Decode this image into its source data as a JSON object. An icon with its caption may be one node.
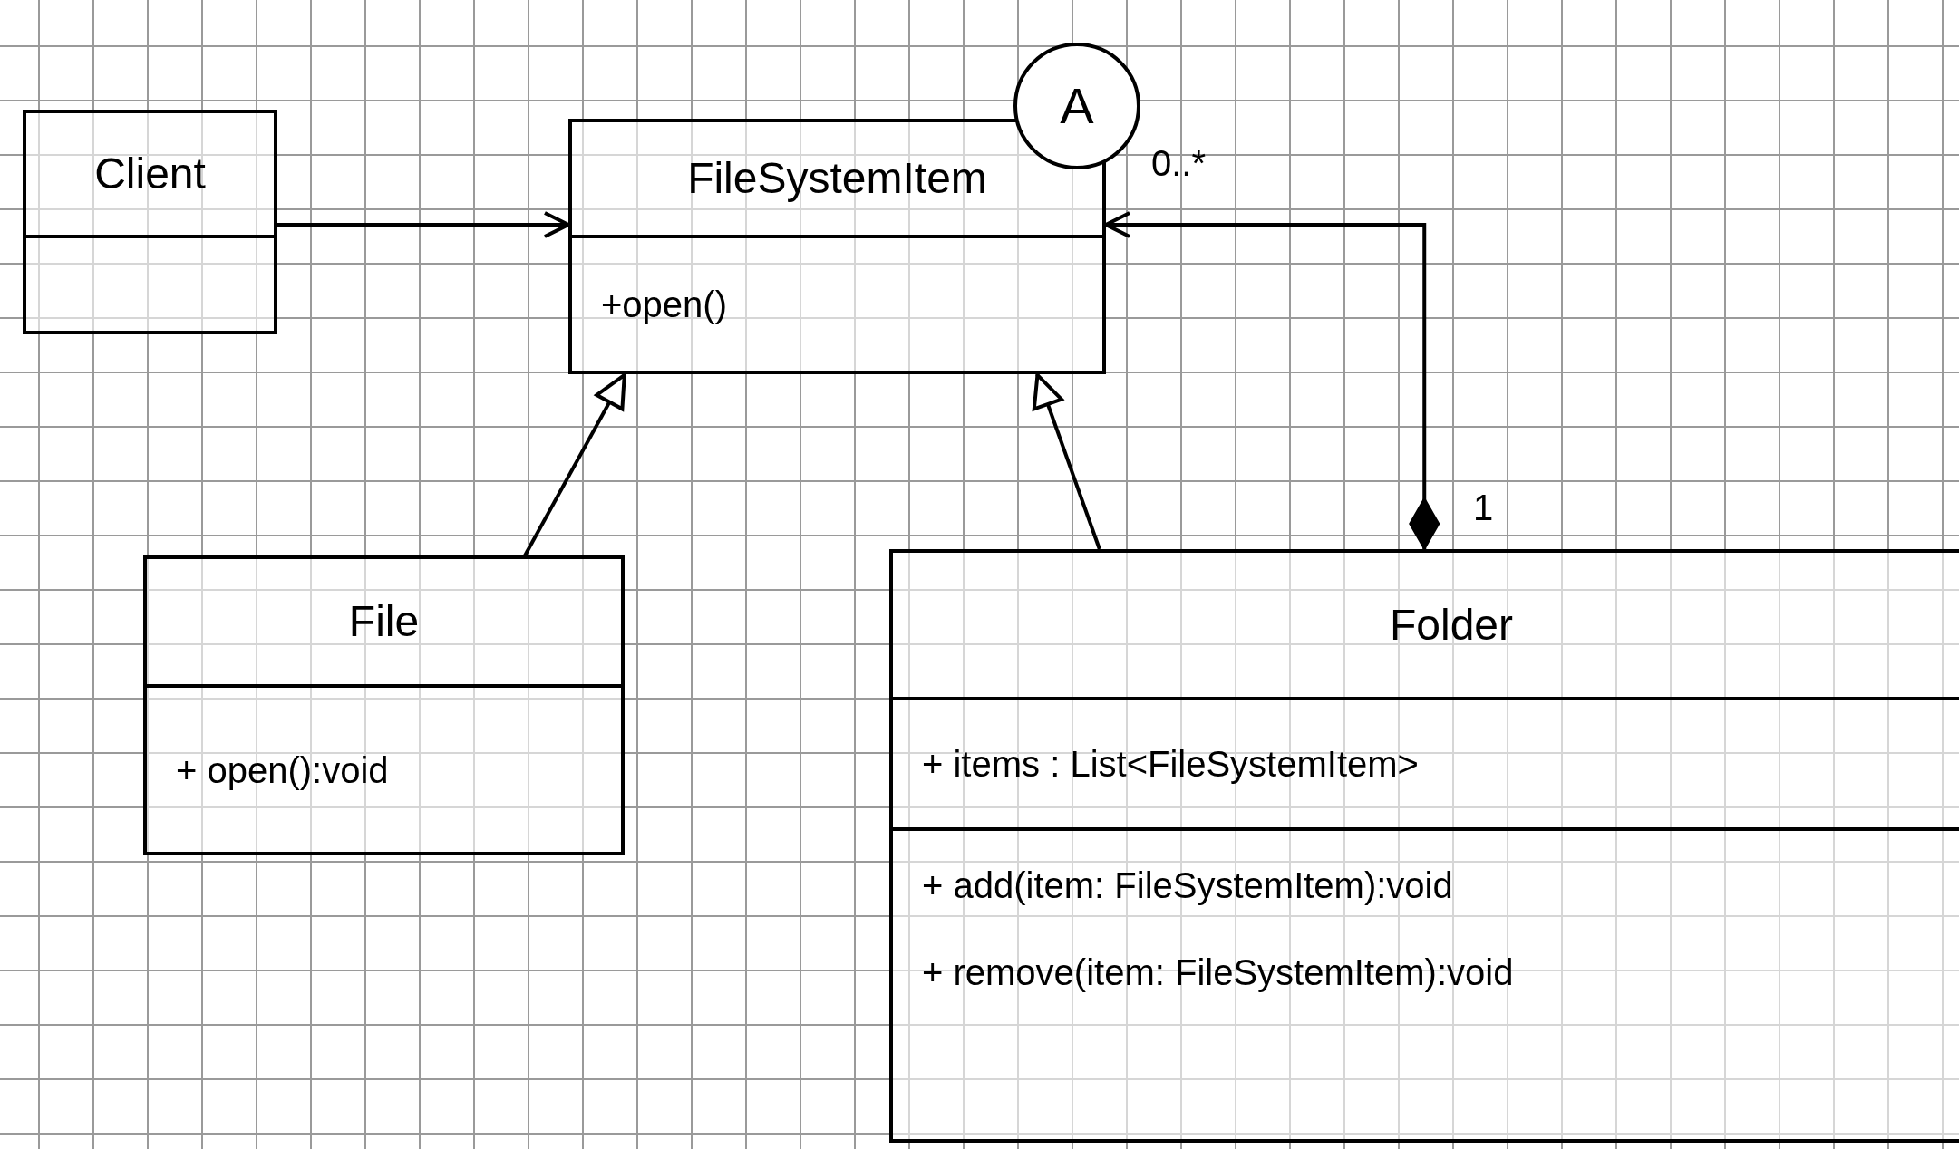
{
  "diagram": {
    "nodes": [
      {
        "text": [
          "Client"
        ]
      },
      {
        "text": [
          "FileSystemItem",
          "+open()"
        ]
      },
      {
        "text": [
          "A"
        ]
      },
      {
        "text": [
          "File",
          "+ open():void"
        ]
      },
      {
        "text": [
          "Folder",
          "+ items : List<FileSystemItem>",
          "+ add(item: FileSystemItem):void",
          "+ remove(item: FileSystemItem):void"
        ]
      }
    ],
    "edges": [
      {
        "from": 0,
        "to": 1,
        "arrow": "to"
      },
      {
        "from": 3,
        "to": 1,
        "arrow": "to"
      },
      {
        "from": 4,
        "to": 1,
        "arrow": "to"
      },
      {
        "from": 4,
        "to": 1,
        "arrow": "to"
      }
    ],
    "labels": [
      "0..*",
      "1"
    ]
  }
}
